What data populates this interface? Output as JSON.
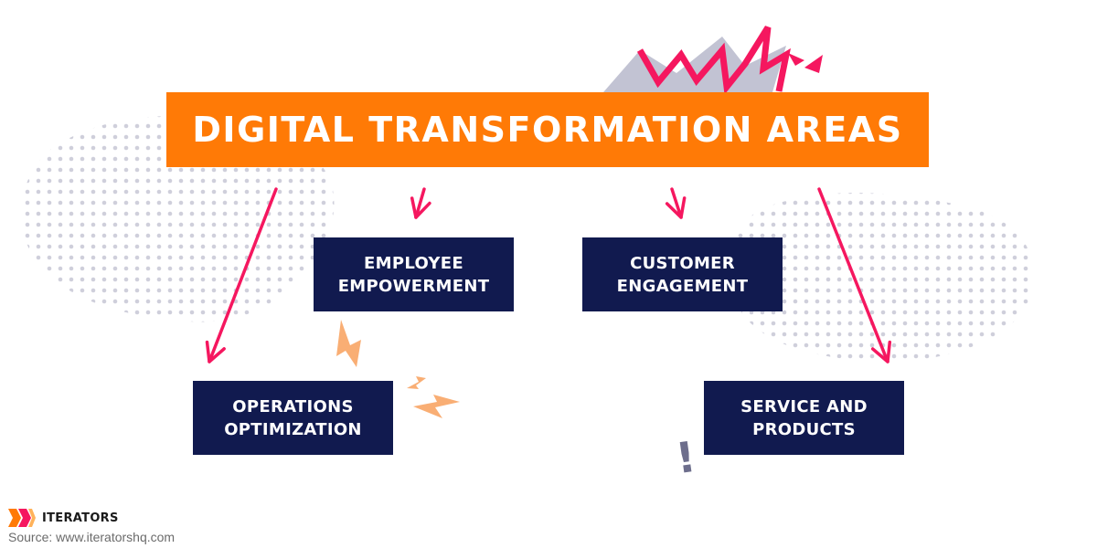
{
  "title": "DIGITAL TRANSFORMATION AREAS",
  "areas": [
    {
      "line1": "EMPLOYEE",
      "line2": "EMPOWERMENT"
    },
    {
      "line1": "CUSTOMER",
      "line2": "ENGAGEMENT"
    },
    {
      "line1": "OPERATIONS",
      "line2": "OPTIMIZATION"
    },
    {
      "line1": "SERVICE AND",
      "line2": "PRODUCTS"
    }
  ],
  "decorations": {
    "exclamation": "!"
  },
  "logo": {
    "text": "ITERATORS"
  },
  "source": "Source: www.iteratorshq.com",
  "colors": {
    "title_background": "#ff7a06",
    "box_background": "#111a4f",
    "arrow": "#f5175f",
    "dots": "#c9c9d6"
  }
}
